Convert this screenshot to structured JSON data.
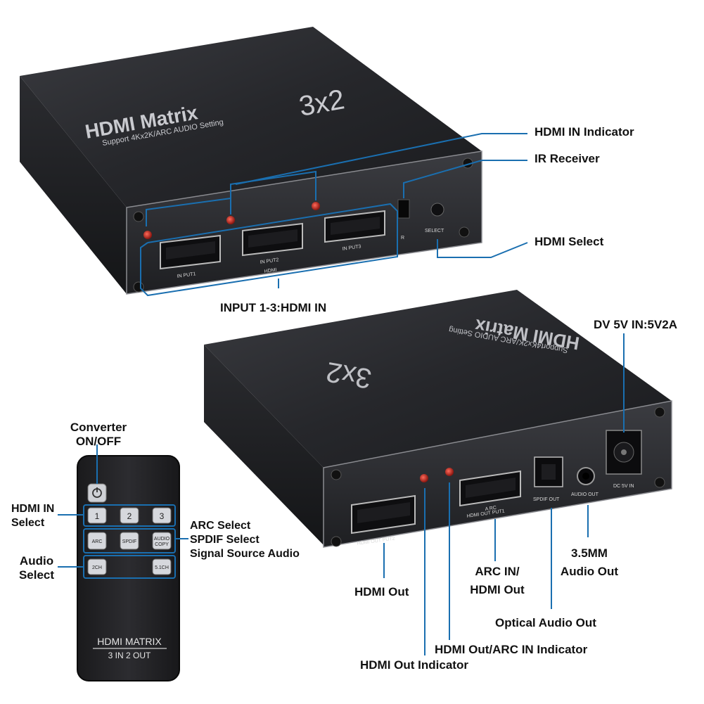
{
  "device_top": {
    "brand": "HDMI Matrix",
    "model": "3x2",
    "subtitle": "Support 4Kx2K/ARC AUDIO Setting",
    "ports": [
      "IN PUT1",
      "IN PUT2",
      "IN PUT3"
    ],
    "hdmi_text": "HDMI",
    "ir_text": "R",
    "select_text": "SELECT"
  },
  "device_bottom": {
    "brand": "HDMI Matrix",
    "model": "3x2",
    "subtitle": "Support4Kx2K/ARC AUDIO Setting",
    "out2_text": "HDMI OUT PUT2",
    "out1_text_a": "A RC",
    "out1_text_b": "HDMI OUT PUT1",
    "spdif_text": "SPDIF OUT",
    "audio_text": "AUDIO OUT",
    "dc_text": "DC 5V IN"
  },
  "remote": {
    "buttons": [
      "1",
      "2",
      "3",
      "ARC",
      "SPDIF",
      "AUDIO",
      "COPY",
      "2CH",
      "5.1CH"
    ],
    "title": "HDMI MATRIX",
    "subtitle": "3 IN 2 OUT"
  },
  "callouts": {
    "hdmi_in_indicator": "HDMI IN Indicator",
    "ir_receiver": "IR Receiver",
    "hdmi_select": "HDMI Select",
    "input": "INPUT 1-3:HDMI IN",
    "dc_in": "DV 5V IN:5V2A",
    "converter_1": "Converter",
    "converter_2": "ON/OFF",
    "hdmi_in_select_1": "HDMI IN",
    "hdmi_in_select_2": "Select",
    "arc_select": "ARC Select",
    "spdif_select": "SPDIF Select",
    "signal_source": "Signal Source Audio",
    "audio_select_1": "Audio",
    "audio_select_2": "Select",
    "hdmi_out": "HDMI Out",
    "arc_in_1": "ARC IN/",
    "arc_in_2": "HDMI Out",
    "mm_1": "3.5MM",
    "mm_2": "Audio Out",
    "optical": "Optical Audio Out",
    "out_arc_indicator": "HDMI Out/ARC IN Indicator",
    "out_indicator": "HDMI Out Indicator"
  },
  "colors": {
    "callout_line": "#1a6fb0",
    "device_body": "#2a2b2f",
    "led": "#c0221b"
  }
}
